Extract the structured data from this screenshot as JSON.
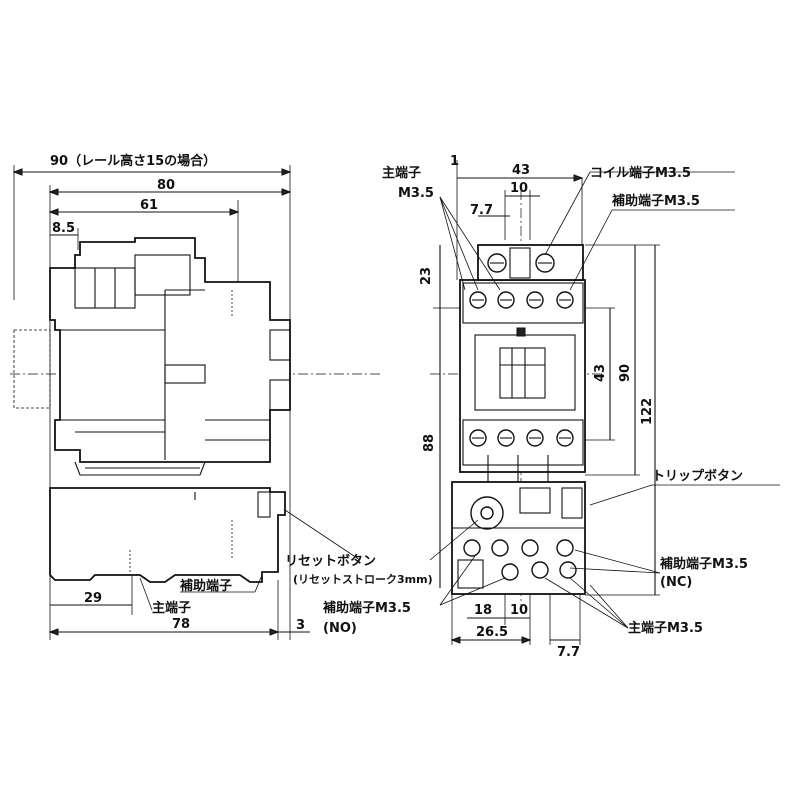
{
  "side_view": {
    "dim_overall_rail": "90（レール高さ15の場合）",
    "dim_80": "80",
    "dim_61": "61",
    "dim_8_5": "8.5",
    "dim_29": "29",
    "dim_78": "78",
    "dim_3": "3",
    "label_main_terminal": "主端子",
    "label_aux_terminal": "補助端子"
  },
  "front_view": {
    "dim_1": "1",
    "dim_43_top": "43",
    "dim_10_top": "10",
    "dim_7_7_top": "7.7",
    "dim_23": "23",
    "dim_88": "88",
    "dim_43_side": "43",
    "dim_90": "90",
    "dim_122": "122",
    "dim_18": "18",
    "dim_10_bottom": "10",
    "dim_26_5": "26.5",
    "dim_7_7_bottom": "7.7",
    "label_main_terminal_top_1": "主端子",
    "label_main_terminal_top_2": "M3.5",
    "label_coil_terminal": "コイル端子M3.5",
    "label_aux_terminal_top": "補助端子M3.5",
    "label_trip_button": "トリップボタン",
    "label_reset_button": "リセットボタン",
    "label_reset_stroke": "(リセットストローク3mm)",
    "label_aux_nc_1": "補助端子M3.5",
    "label_aux_nc_2": "(NC)",
    "label_aux_no_1": "補助端子M3.5",
    "label_aux_no_2": "(NO)",
    "label_main_terminal_bottom": "主端子M3.5"
  }
}
